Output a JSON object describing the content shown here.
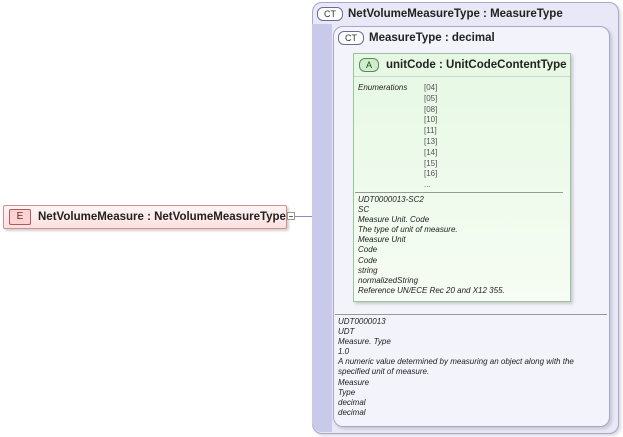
{
  "element": {
    "badge": "E",
    "title": "NetVolumeMeasure : NetVolumeMeasureType"
  },
  "outer_type": {
    "badge": "CT",
    "title": "NetVolumeMeasureType : MeasureType"
  },
  "inner_type": {
    "badge": "CT",
    "title": "MeasureType : decimal"
  },
  "attribute": {
    "badge": "A",
    "title": "unitCode : UnitCodeContentType",
    "enum_label": "Enumerations",
    "enumerations": [
      "[04]",
      "[05]",
      "[08]",
      "[10]",
      "[11]",
      "[13]",
      "[14]",
      "[15]",
      "[16]",
      "..."
    ],
    "annotation": [
      "UDT0000013-SC2",
      "SC",
      "Measure Unit. Code",
      "The type of unit of measure.",
      "Measure Unit",
      "Code",
      "Code",
      "string",
      "normalizedString",
      "Reference UN/ECE Rec 20 and X12 355."
    ]
  },
  "type_annotation": [
    "UDT0000013",
    "UDT",
    "Measure. Type",
    "1.0",
    "A numeric value determined by measuring an object along with the",
    "specified unit of measure.",
    "Measure",
    "Type",
    "decimal",
    "decimal"
  ]
}
